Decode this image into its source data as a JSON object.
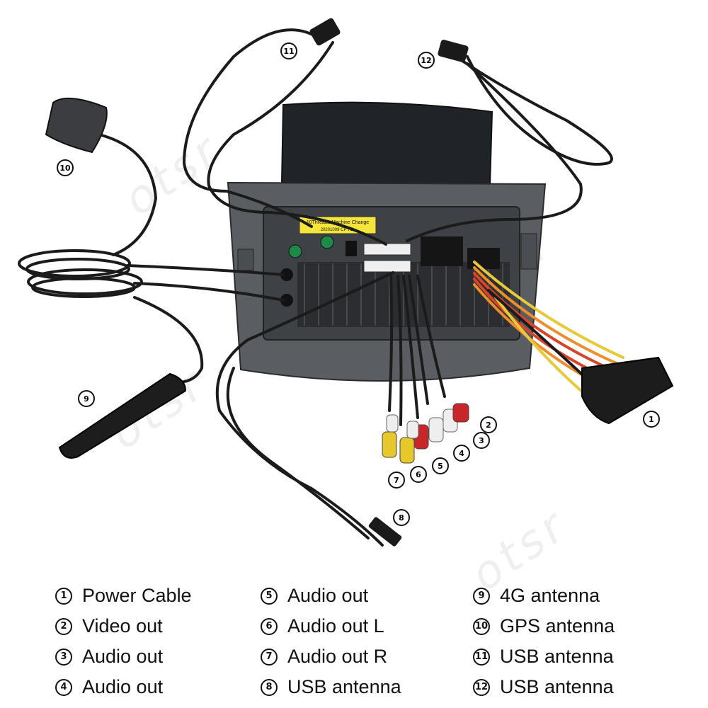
{
  "watermark": "otsr",
  "sticker": {
    "line1": "10Threads Machine Change",
    "line2": "20201009 CP T3L"
  },
  "callouts": [
    "1",
    "2",
    "3",
    "4",
    "5",
    "6",
    "7",
    "8",
    "9",
    "10",
    "11",
    "12"
  ],
  "legend": [
    {
      "num": "1",
      "label": "Power Cable"
    },
    {
      "num": "2",
      "label": "Video out"
    },
    {
      "num": "3",
      "label": "Audio out"
    },
    {
      "num": "4",
      "label": "Audio out"
    },
    {
      "num": "5",
      "label": "Audio out"
    },
    {
      "num": "6",
      "label": "Audio out L"
    },
    {
      "num": "7",
      "label": "Audio out R"
    },
    {
      "num": "8",
      "label": "USB antenna"
    },
    {
      "num": "9",
      "label": "4G antenna"
    },
    {
      "num": "10",
      "label": "GPS antenna"
    },
    {
      "num": "11",
      "label": "USB antenna"
    },
    {
      "num": "12",
      "label": "USB antenna"
    }
  ],
  "colors": {
    "cable": "#1b1b1b",
    "unit_frame": "#55585d",
    "screen": "#1f2226",
    "rca_red": "#c9262a",
    "rca_white": "#eeeeee",
    "rca_yellow": "#e6c82a",
    "sticker": "#f5e53a",
    "harness_red": "#d6452a",
    "harness_orange": "#ee8d2c",
    "harness_yellow": "#e8c93a"
  }
}
